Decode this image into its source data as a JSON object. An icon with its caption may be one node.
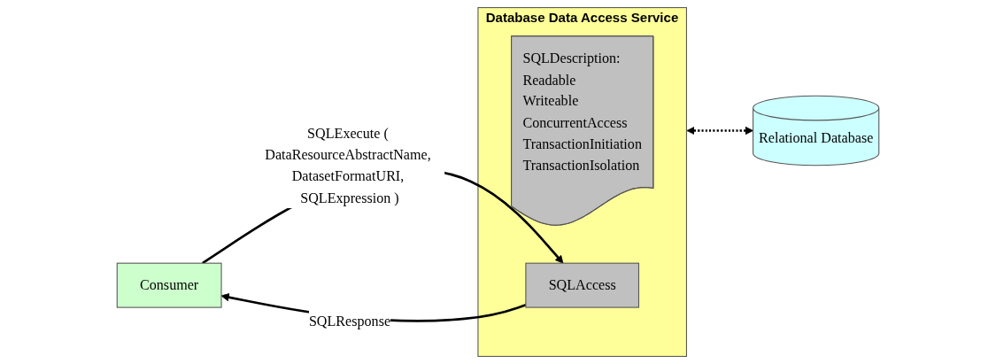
{
  "diagram": {
    "nodes": [
      {
        "text": [
          "Consumer"
        ]
      },
      {
        "text": [
          "Database Data Access Service"
        ]
      },
      {
        "text": [
          "SQLDescription:",
          "Readable",
          "Writeable",
          "ConcurrentAccess",
          "TransactionInitiation",
          "TransactionIsolation"
        ],
        "in": 1
      },
      {
        "text": [
          "SQLAccess"
        ],
        "in": 1
      },
      {
        "text": [
          "Relational Database"
        ]
      }
    ],
    "edges": [
      {
        "from": 0,
        "to": 3,
        "arrow": "to",
        "label": "SQLExecute ( DataResourceAbstractName, DatasetFormatURI, SQLExpression )"
      },
      {
        "from": 3,
        "to": 0,
        "arrow": "to",
        "label": "SQLResponse"
      },
      {
        "from": 1,
        "to": 4,
        "arrow": "both",
        "style": "dashed"
      }
    ]
  }
}
